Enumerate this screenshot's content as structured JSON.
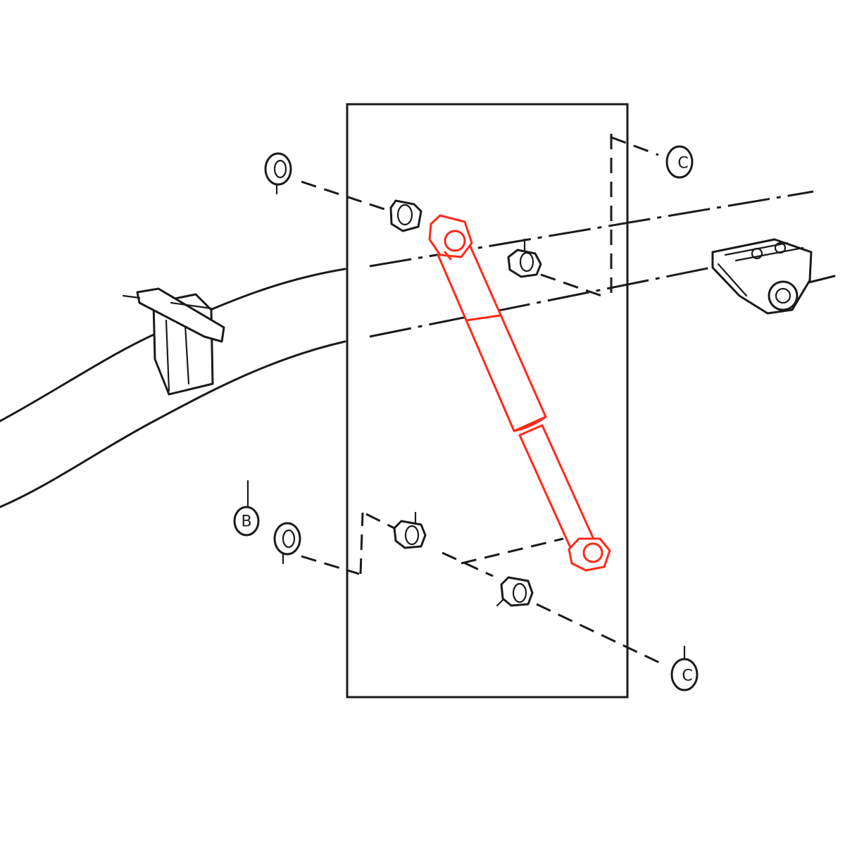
{
  "diagram": {
    "highlight_color": "#ff2a1a",
    "line_color": "#1a1a1a",
    "background": "#ffffff",
    "callouts": [
      {
        "id": "callout-b",
        "letter": "B"
      },
      {
        "id": "callout-c-top",
        "letter": "C"
      },
      {
        "id": "callout-c-bottom",
        "letter": "C"
      }
    ],
    "highlighted_part": "shock-absorber"
  }
}
